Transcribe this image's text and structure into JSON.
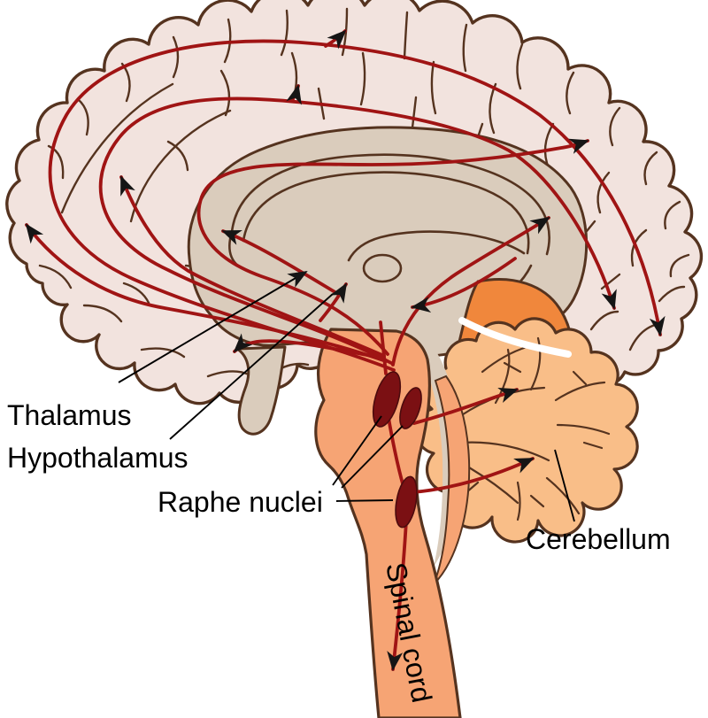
{
  "figure": {
    "labels": {
      "thalamus": "Thalamus",
      "hypothalamus": "Hypothalamus",
      "raphe_nuclei": "Raphe nuclei",
      "cerebellum": "Cerebellum",
      "spinal_cord": "Spinal cord"
    },
    "colors": {
      "background": "#FFFFFF",
      "cortex": "#F2E3DE",
      "inner_brain": "#DACCBC",
      "midbrain": "#F0873C",
      "brainstem": "#F6A474",
      "cerebellum": "#F9BE88",
      "raphe_nucleus": "#7B1013",
      "pathway": "#A01414",
      "outline": "#55331F",
      "arrowhead": "#151515",
      "label_text": "#000000"
    }
  }
}
